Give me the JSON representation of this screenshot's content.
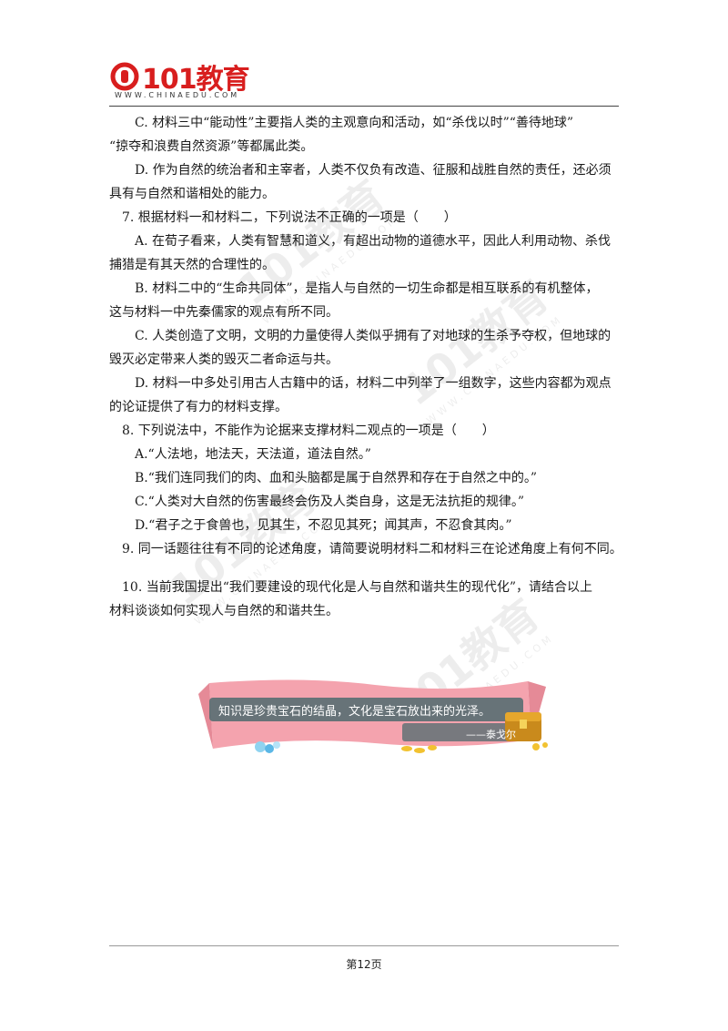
{
  "header": {
    "logo_text": "101教育",
    "logo_sub": "WWW.CHINAEDU.COM"
  },
  "content": {
    "q6c_1": "C. 材料三中“能动性”主要指人类的主观意向和活动，如“杀伐以时”“善待地球”",
    "q6c_2": "“掠夺和浪费自然资源”等都属此类。",
    "q6d_1": "D. 作为自然的统治者和主宰者，人类不仅负有改造、征服和战胜自然的责任，还必须",
    "q6d_2": "具有与自然和谐相处的能力。",
    "q7": "7. 根据材料一和材料二，下列说法不正确的一项是（　　）",
    "q7a_1": "A. 在荀子看来，人类有智慧和道义，有超出动物的道德水平，因此人利用动物、杀伐",
    "q7a_2": "捕猎是有其天然的合理性的。",
    "q7b_1": "B. 材料二中的“生命共同体”，是指人与自然的一切生命都是相互联系的有机整体，",
    "q7b_2": "这与材料一中先秦儒家的观点有所不同。",
    "q7c_1": "C. 人类创造了文明，文明的力量使得人类似乎拥有了对地球的生杀予夺权，但地球的",
    "q7c_2": "毁灭必定带来人类的毁灭二者命运与共。",
    "q7d_1": "D. 材料一中多处引用古人古籍中的话，材料二中列举了一组数字，这些内容都为观点",
    "q7d_2": "的论证提供了有力的材料支撑。",
    "q8": "8. 下列说法中，不能作为论据来支撑材料二观点的一项是（　　）",
    "q8a": "A.“人法地，地法天，天法道，道法自然。”",
    "q8b": "B.“我们连同我们的肉、血和头脑都是属于自然界和存在于自然之中的。”",
    "q8c": "C.“人类对大自然的伤害最终会伤及人类自身，这是无法抗拒的规律。”",
    "q8d": "D.“君子之于食兽也，见其生，不忍见其死；闻其声，不忍食其肉。”",
    "q9": "9. 同一话题往往有不同的论述角度，请简要说明材料二和材料三在论述角度上有何不同。",
    "q10_1": "10. 当前我国提出“我们要建设的现代化是人与自然和谐共生的现代化”，请结合以上",
    "q10_2": "材料谈谈如何实现人与自然的和谐共生。"
  },
  "banner": {
    "quote": "知识是珍贵宝石的结晶，文化是宝石放出来的光泽。",
    "author": "——泰戈尔"
  },
  "watermark": {
    "text": "101教育",
    "sub": "WWW.CHINAEDU.COM"
  },
  "footer": {
    "page_label": "第12页"
  },
  "colors": {
    "brand_red": "#d81e1e",
    "banner_pink": "#f4a3ae",
    "banner_teal": "#4d6b6e"
  }
}
